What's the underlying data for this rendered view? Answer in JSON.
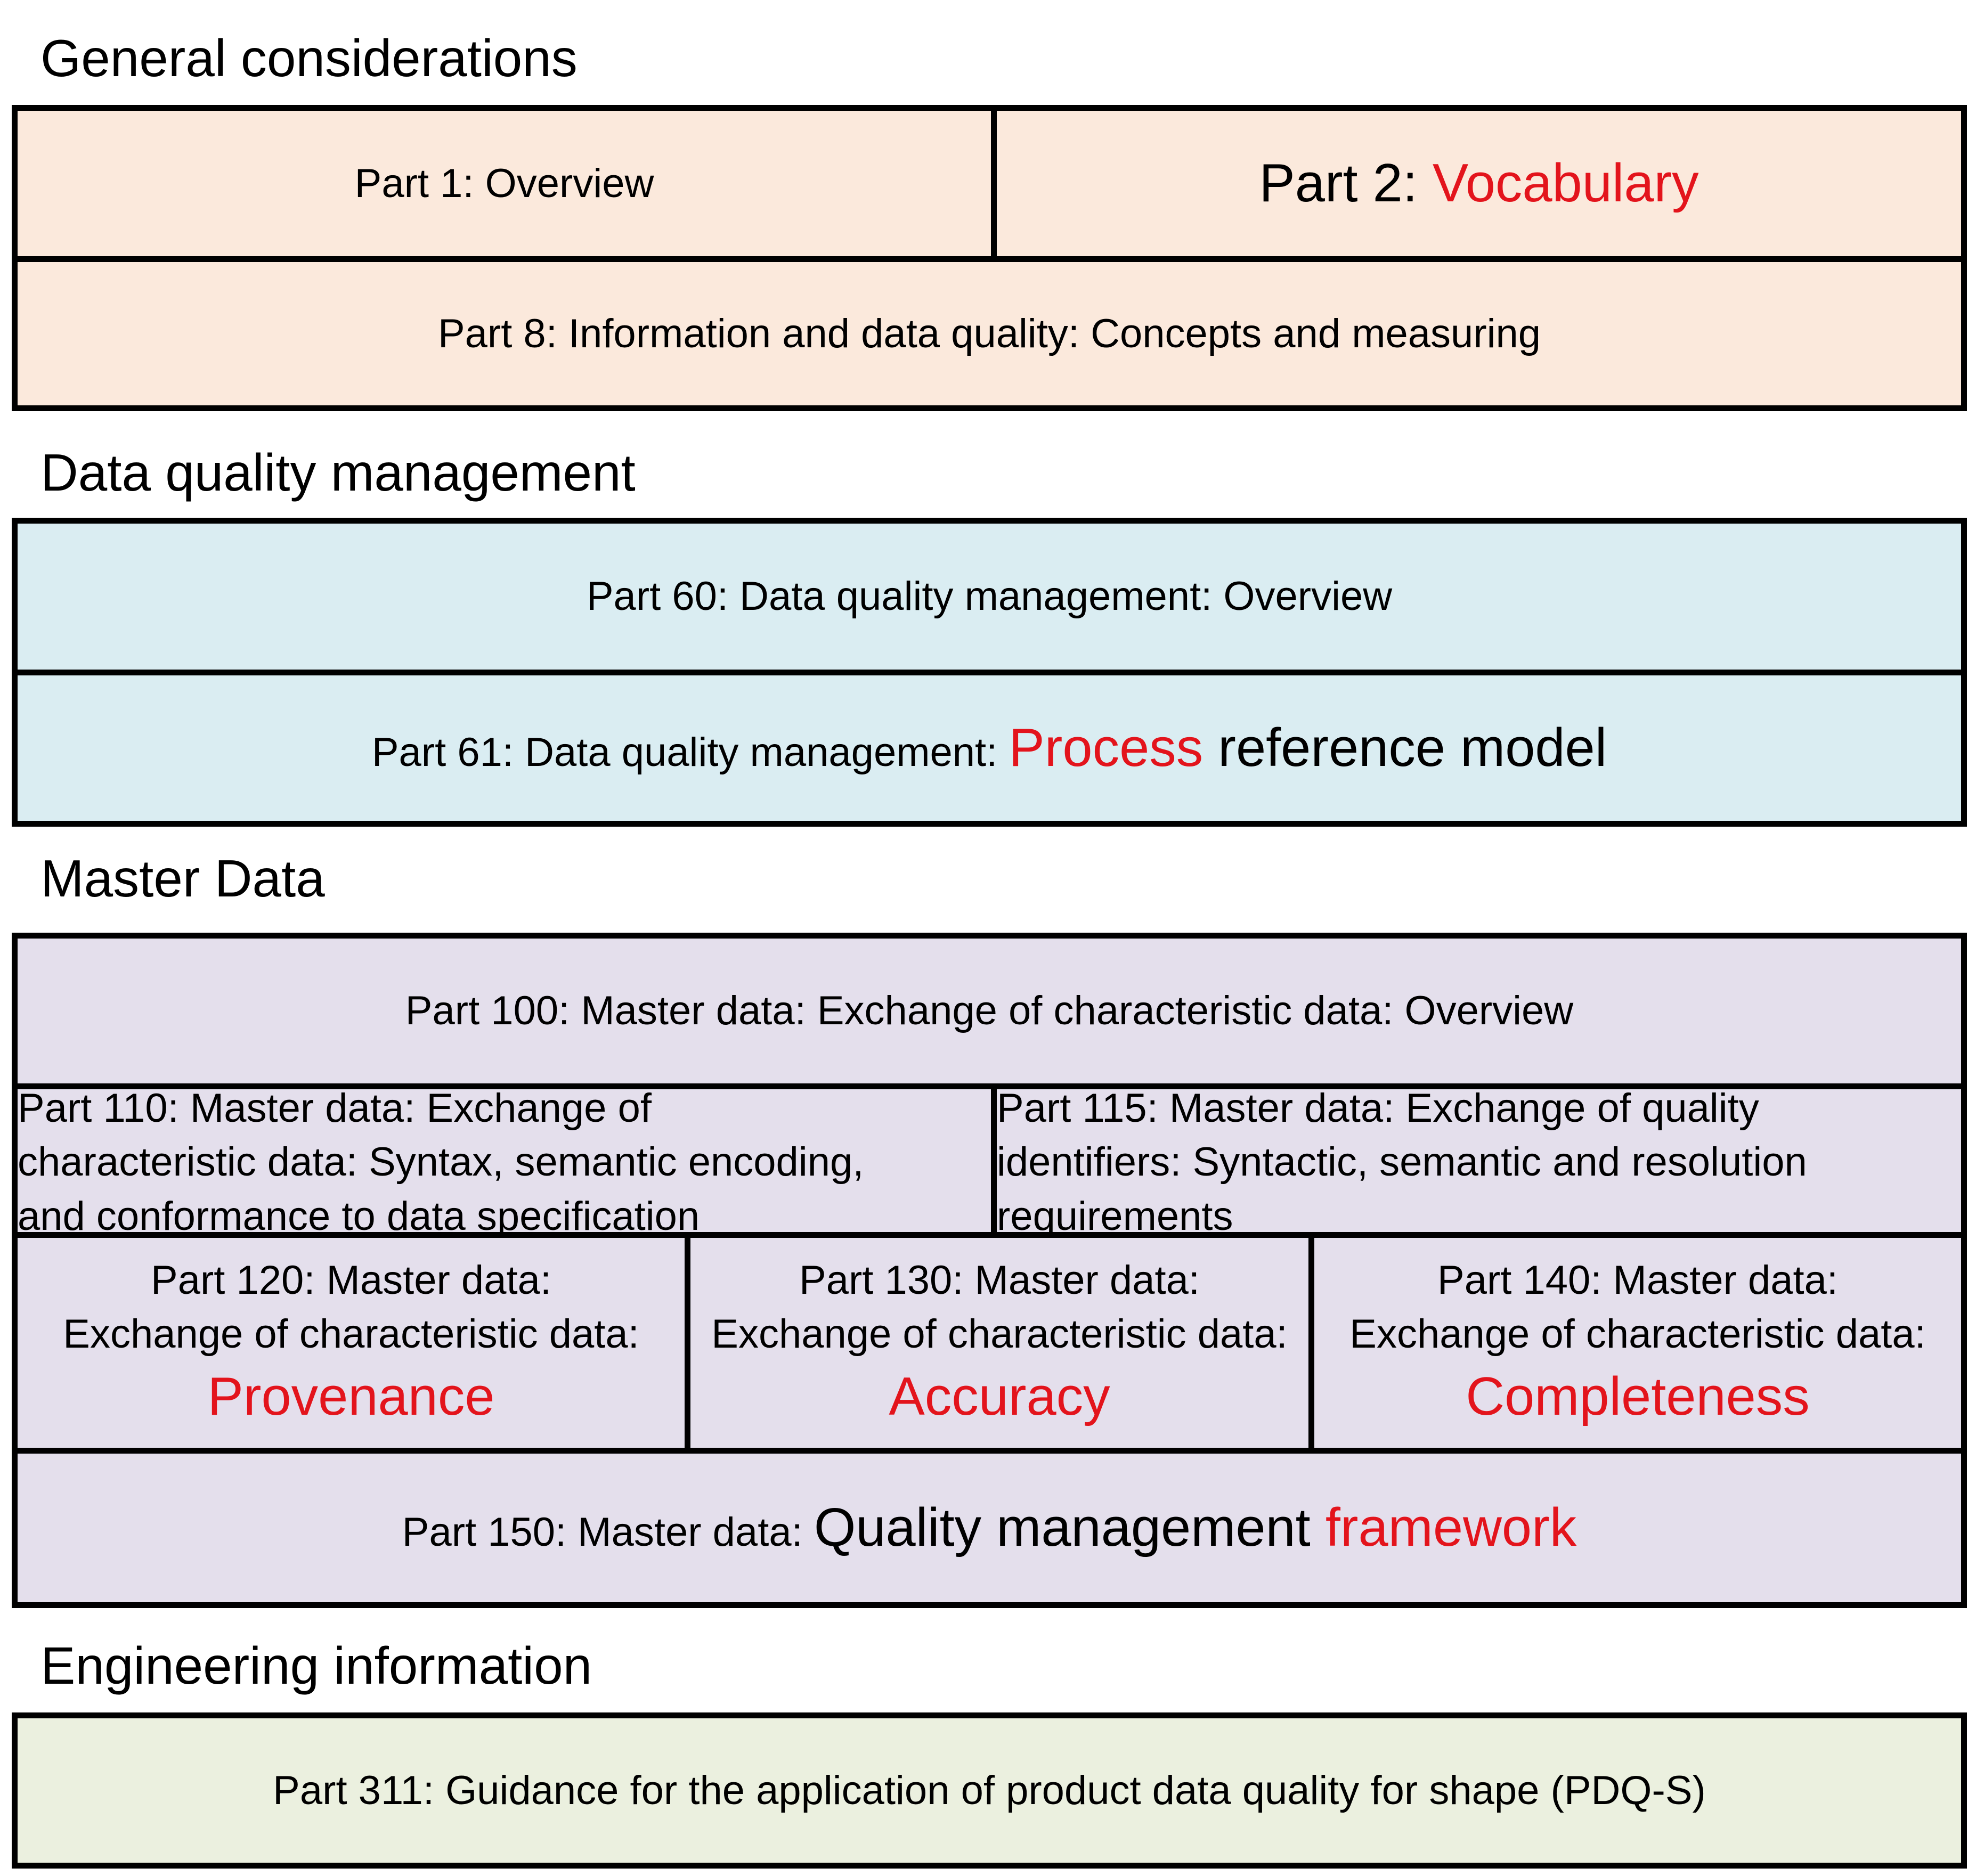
{
  "sections": [
    {
      "heading": "General considerations",
      "boxes": {
        "part1": "Part 1: Overview",
        "part2_prefix": "Part 2: ",
        "part2_red": "Vocabulary",
        "part8": "Part 8: Information and data quality: Concepts and measuring"
      }
    },
    {
      "heading": "Data quality management",
      "boxes": {
        "part60": "Part 60: Data quality management: Overview",
        "part61_prefix": "Part 61: Data quality management: ",
        "part61_red": "Process",
        "part61_suffix": " reference model"
      }
    },
    {
      "heading": "Master Data",
      "boxes": {
        "part100": "Part 100: Master data: Exchange of characteristic data: Overview",
        "part110": [
          "Part 110: Master data: Exchange of",
          "characteristic data: Syntax, semantic encoding,",
          "and conformance to data specification"
        ],
        "part115": [
          "Part 115: Master data: Exchange of quality",
          "identifiers: Syntactic, semantic and resolution",
          "requirements"
        ],
        "part120": [
          "Part 120: Master data:",
          "Exchange of characteristic data:",
          "Provenance"
        ],
        "part130": [
          "Part 130: Master data:",
          "Exchange of characteristic data:",
          "Accuracy"
        ],
        "part140": [
          "Part 140: Master data:",
          "Exchange of characteristic data:",
          "Completeness"
        ],
        "part150_prefix": "Part 150: Master data: ",
        "part150_mid": "Quality management ",
        "part150_red": "framework"
      }
    },
    {
      "heading": "Engineering information",
      "boxes": {
        "part311": "Part 311: Guidance for the application of product data quality for shape (PDQ-S)"
      }
    }
  ],
  "colors": {
    "general": "#fbe9dc",
    "dq_management": "#daedf2",
    "master_data": "#e4dfec",
    "engineering": "#ebf0df",
    "highlight": "#e3141c",
    "border": "#000000"
  }
}
